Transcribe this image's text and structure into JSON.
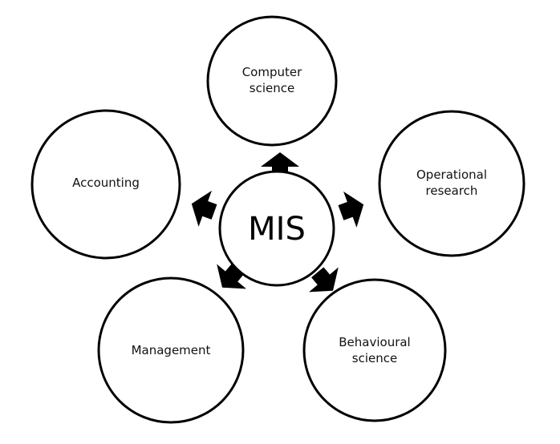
{
  "diagram": {
    "center": {
      "label": "MIS"
    },
    "nodes": [
      {
        "id": "computer-science",
        "line1": "Computer",
        "line2": "science"
      },
      {
        "id": "operational-research",
        "line1": "Operational",
        "line2": "research"
      },
      {
        "id": "behavioural-science",
        "line1": "Behavioural",
        "line2": "science"
      },
      {
        "id": "management",
        "line1": "Management",
        "line2": ""
      },
      {
        "id": "accounting",
        "line1": "Accounting",
        "line2": ""
      }
    ]
  }
}
